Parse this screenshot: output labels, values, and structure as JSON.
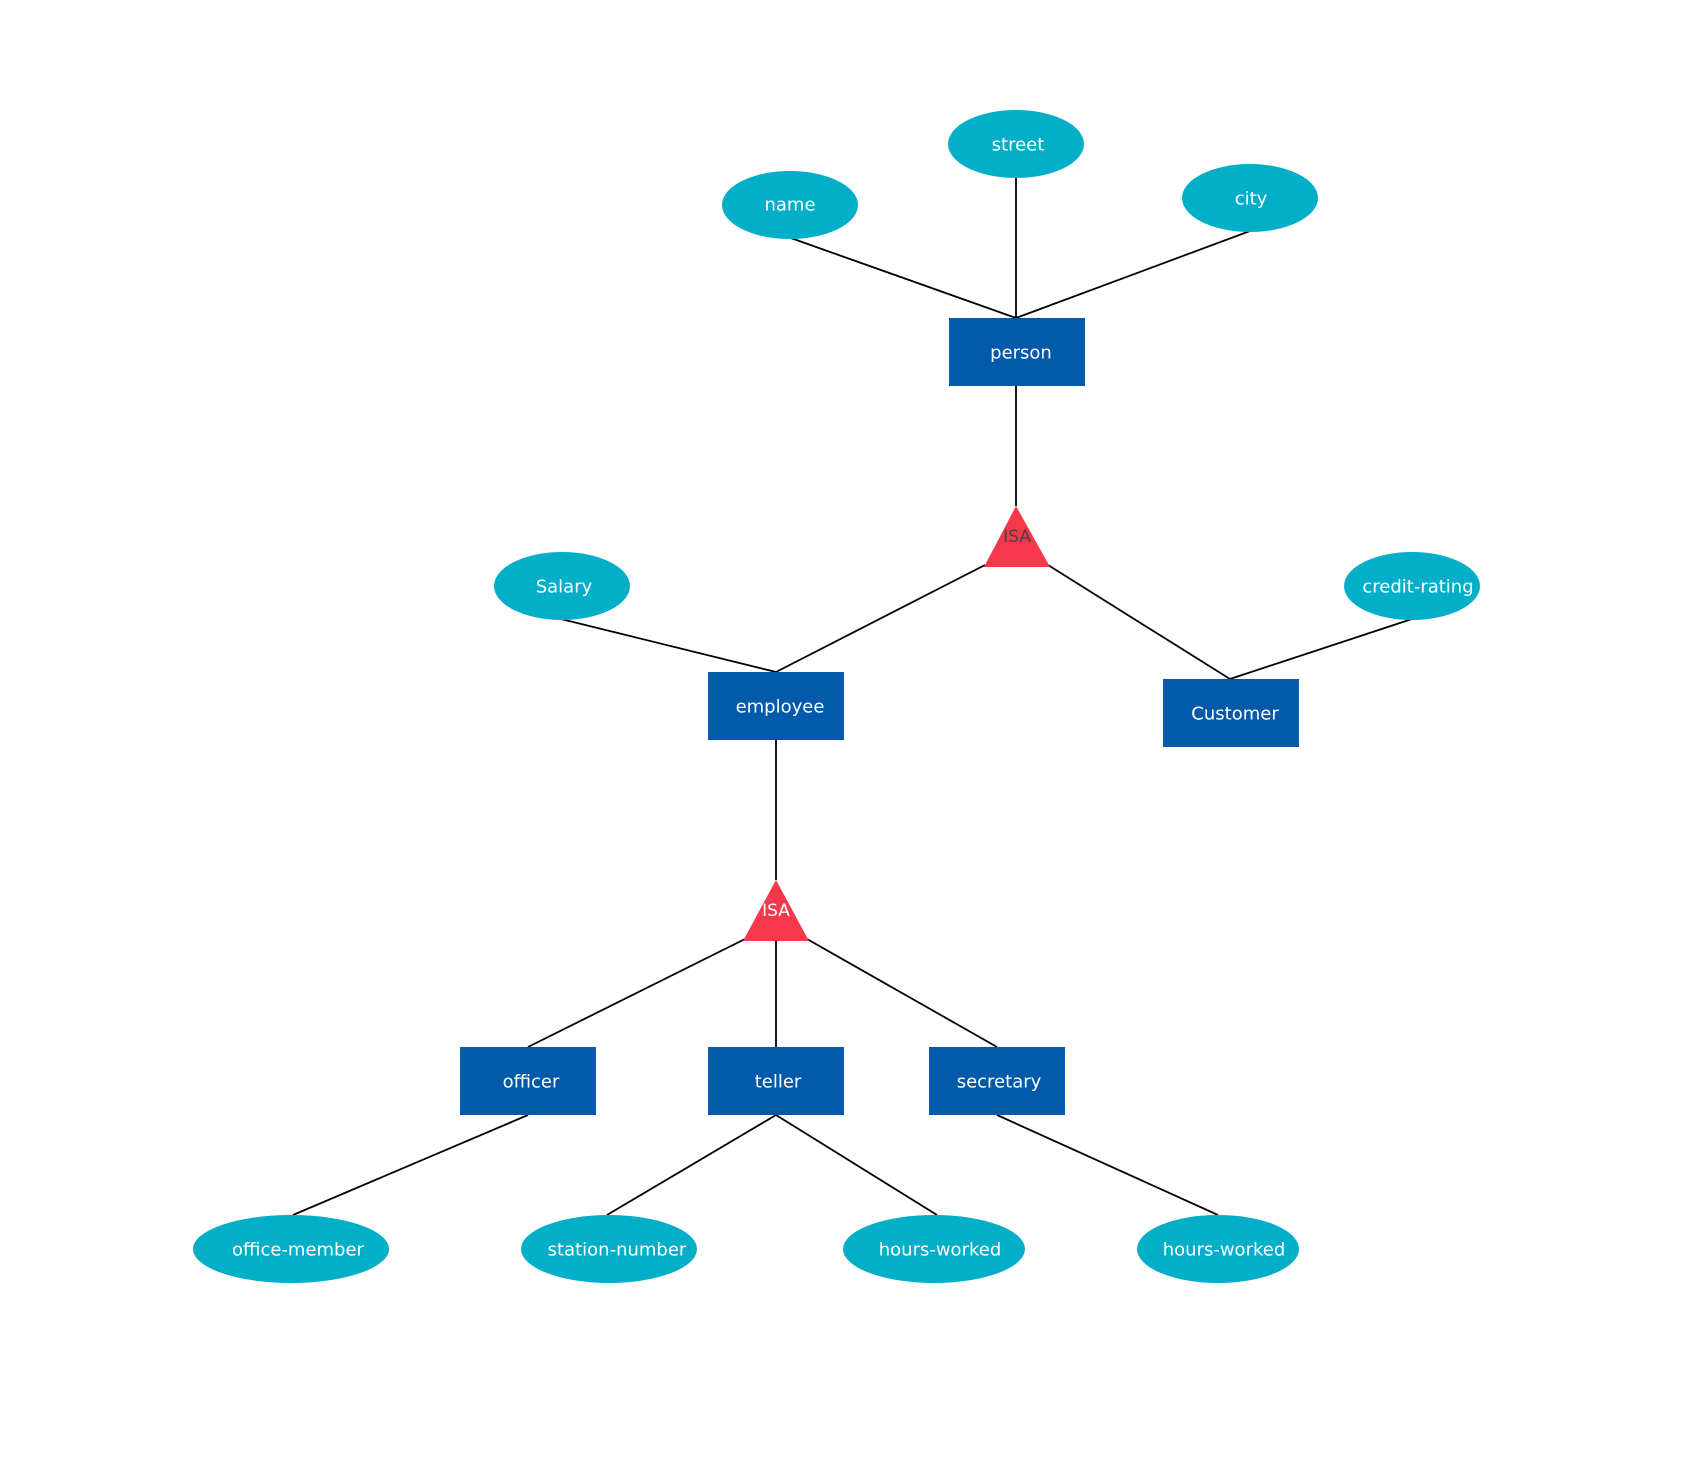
{
  "colors": {
    "entity_fill": "#035AAA",
    "attribute_fill": "#03AFC8",
    "isa_fill": "#F5394B",
    "entity_text": "#ffffff",
    "attribute_text": "#ffffff",
    "connector": "#000000"
  },
  "entities": {
    "person": "person",
    "employee": "employee",
    "customer": "Customer",
    "officer": "officer",
    "teller": "teller",
    "secretary": "secretary"
  },
  "attributes": {
    "name": "name",
    "street": "street",
    "city": "city",
    "salary": "Salary",
    "credit_rating": "credit-rating",
    "office_member": "office-member",
    "station_number": "station-number",
    "teller_hours_worked": "hours-worked",
    "secretary_hours_worked": "hours-worked"
  },
  "isa": {
    "top": "ISA",
    "bottom": "ISA"
  }
}
